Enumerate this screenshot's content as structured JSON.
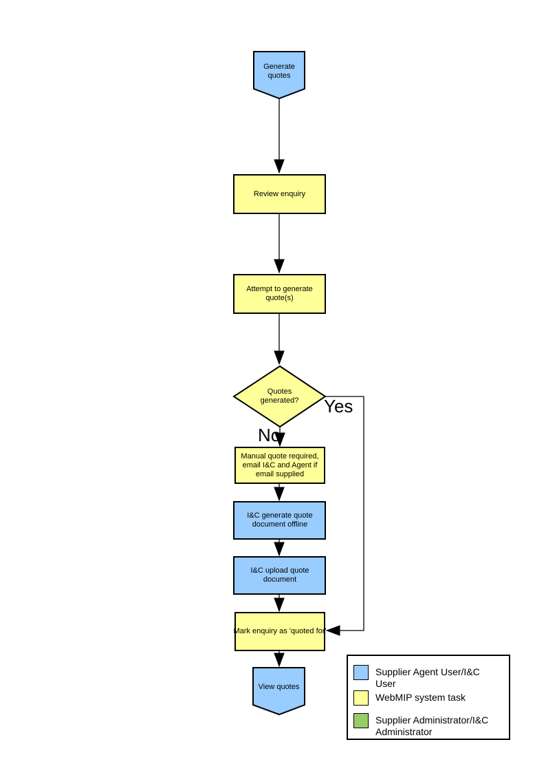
{
  "colors": {
    "node-blue": "#99CCFF",
    "node-yellow": "#FFFF99",
    "admin-green": "#99CC66",
    "line": "#000000",
    "background": "#FFFFFF"
  },
  "flowchart": {
    "nodes": {
      "generate_quotes": {
        "label": "Generate quotes",
        "shape": "terminal-pentagon",
        "color": "#99CCFF"
      },
      "review_enquiry": {
        "label": "Review enquiry",
        "shape": "process",
        "color": "#FFFF99"
      },
      "attempt_generate": {
        "label": "Attempt to generate quote(s)",
        "shape": "process",
        "color": "#FFFF99"
      },
      "quotes_generated": {
        "label": "Quotes generated?",
        "shape": "decision",
        "color": "#FFFF99"
      },
      "manual_quote": {
        "label": "Manual quote required, email I&C and Agent if email supplied",
        "shape": "process",
        "color": "#FFFF99"
      },
      "ic_generate_offline": {
        "label": "I&C generate quote document offline",
        "shape": "process",
        "color": "#99CCFF"
      },
      "ic_upload": {
        "label": "I&C upload quote document",
        "shape": "process",
        "color": "#99CCFF"
      },
      "mark_quoted": {
        "label": "Mark enquiry as 'quoted for'",
        "shape": "process",
        "color": "#FFFF99"
      },
      "view_quotes": {
        "label": "View quotes",
        "shape": "terminal-pentagon",
        "color": "#99CCFF"
      }
    },
    "branches": {
      "yes": "Yes",
      "no": "No"
    }
  },
  "legend": {
    "items": [
      {
        "label": "Supplier Agent User/I&C User",
        "color": "#99CCFF"
      },
      {
        "label": "WebMIP system task",
        "color": "#FFFF99"
      },
      {
        "label": "Supplier Administrator/I&C Administrator",
        "color": "#99CC66"
      }
    ]
  }
}
